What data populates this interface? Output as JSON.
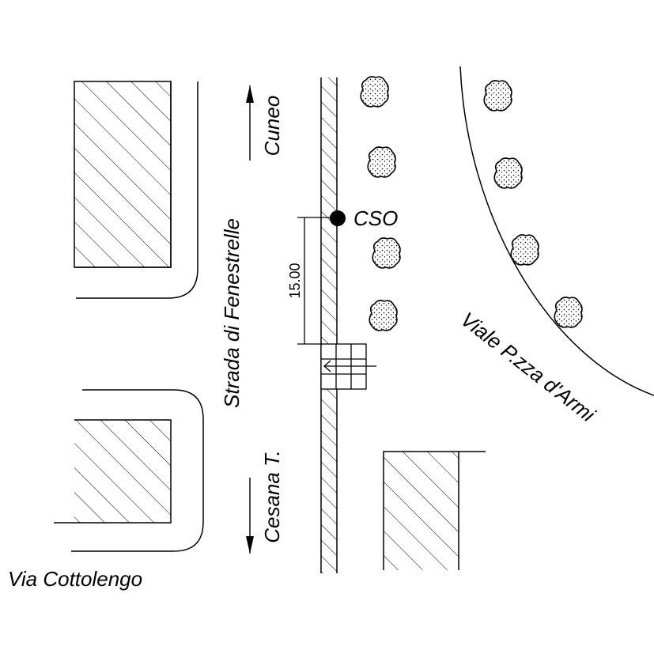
{
  "colors": {
    "ink": "#000000",
    "background": "#ffffff"
  },
  "labels": {
    "cso": "CSO",
    "street_main": "Strada di Fenestrelle",
    "direction_north": "Cuneo",
    "direction_south": "Cesana T.",
    "street_left": "Via Cottolengo",
    "street_right": "Viale P.zza d'Armi",
    "dimension": "15.00"
  },
  "icons": [
    "tree-icon",
    "arrow-north-icon",
    "arrow-south-icon",
    "crossing-arrow-icon",
    "cso-marker-icon"
  ]
}
